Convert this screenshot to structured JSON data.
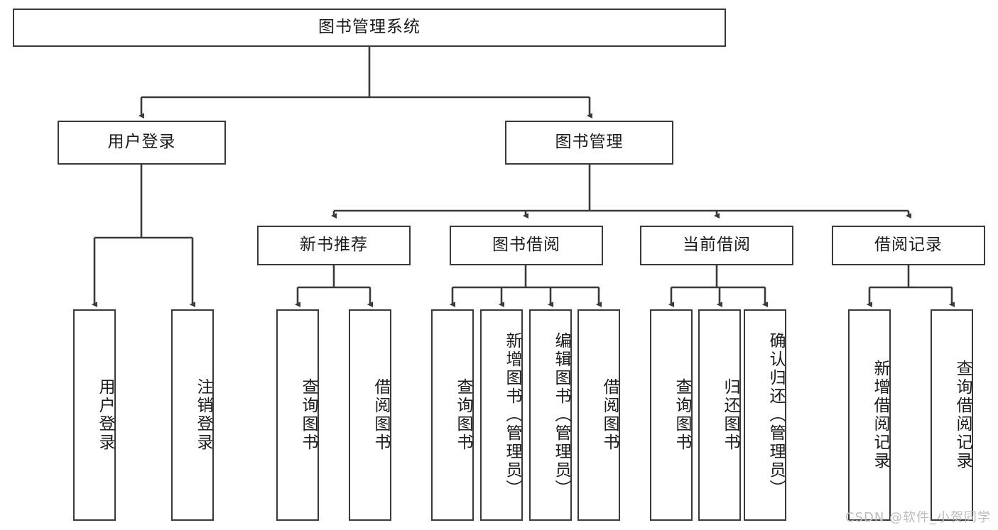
{
  "diagram": {
    "title": "图书管理系统",
    "type": "tree-hierarchy-chart",
    "root": {
      "label": "图书管理系统"
    },
    "level2": [
      {
        "label": "用户登录"
      },
      {
        "label": "图书管理"
      }
    ],
    "level3": [
      {
        "label": "新书推荐"
      },
      {
        "label": "图书借阅"
      },
      {
        "label": "当前借阅"
      },
      {
        "label": "借阅记录"
      }
    ],
    "leaves": {
      "user_login": [
        {
          "label": "用户登录"
        },
        {
          "label": "注销登录"
        }
      ],
      "new_book_recommend": [
        {
          "label": "查询图书"
        },
        {
          "label": "借阅图书"
        }
      ],
      "book_borrow": [
        {
          "label": "查询图书"
        },
        {
          "label": "新增图书（管理员）"
        },
        {
          "label": "编辑图书（管理员）"
        },
        {
          "label": "借阅图书"
        }
      ],
      "current_borrow": [
        {
          "label": "查询图书"
        },
        {
          "label": "归还图书"
        },
        {
          "label": "确认归还（管理员）"
        }
      ],
      "borrow_record": [
        {
          "label": "新增借阅记录"
        },
        {
          "label": "查询借阅记录"
        }
      ]
    }
  },
  "watermark": {
    "text": "CSDN @软件_小贺同学"
  },
  "colors": {
    "border": "#3a3a3a",
    "text": "#1b1b1b",
    "background": "#ffffff",
    "watermark": "#bdbdbd"
  }
}
